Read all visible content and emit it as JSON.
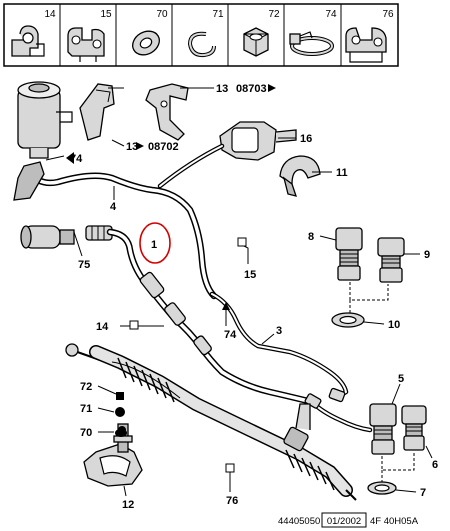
{
  "header_cells": [
    {
      "ref": "14",
      "icon": "cable-clip-icon"
    },
    {
      "ref": "15",
      "icon": "double-clip-icon"
    },
    {
      "ref": "70",
      "icon": "washer-icon"
    },
    {
      "ref": "71",
      "icon": "circlip-icon"
    },
    {
      "ref": "72",
      "icon": "hex-nut-icon"
    },
    {
      "ref": "74",
      "icon": "hose-clamp-icon"
    },
    {
      "ref": "76",
      "icon": "bracket-clip-icon"
    }
  ],
  "callouts": {
    "c1": "1",
    "c3": "3",
    "c4": "4",
    "c5": "5",
    "c6": "6",
    "c7": "7",
    "c8": "8",
    "c9": "9",
    "c10": "10",
    "c11": "11",
    "c12": "12",
    "c13a": "13",
    "c13b": "13",
    "c14": "14",
    "c15": "15",
    "c16": "16",
    "c70": "70",
    "c71": "71",
    "c72": "72",
    "c74a": "74",
    "c74b": "74",
    "c75": "75",
    "c76": "76"
  },
  "references": {
    "r08703": "08703",
    "r08702": "08702"
  },
  "footer": {
    "code": "44405050",
    "date": "01/2002",
    "suffix": "4F  40H05A"
  },
  "colors": {
    "highlight": "#d40000",
    "line": "#000000"
  }
}
